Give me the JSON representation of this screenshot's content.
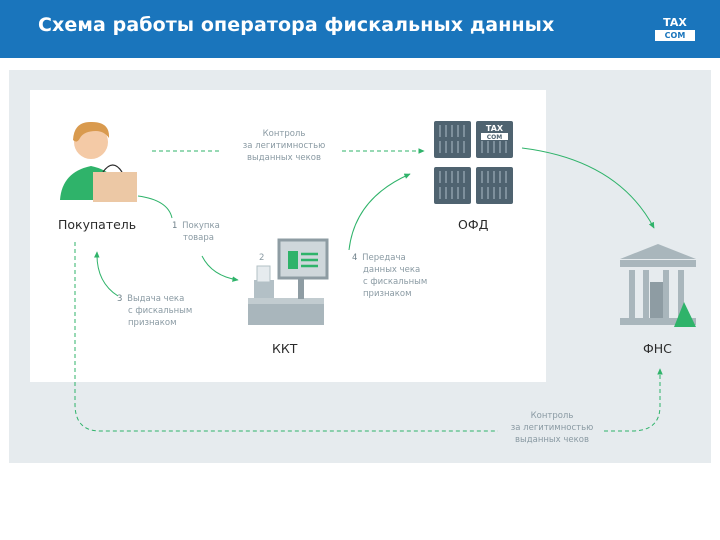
{
  "header": {
    "title": "Схема работы оператора фискальных данных",
    "logo": {
      "line1": "TAX",
      "line2": "COM"
    }
  },
  "nodes": {
    "buyer": "Покупатель",
    "ofd": "ОФД",
    "kkt": "ККТ",
    "fns": "ФНС"
  },
  "steps": {
    "s1": {
      "num": "1",
      "line1": "Покупка",
      "line2": "товара"
    },
    "s2": {
      "num": "2"
    },
    "s3": {
      "num": "3",
      "line1": "Выдача чека",
      "line2": "с фискальным",
      "line3": "признаком"
    },
    "s4": {
      "num": "4",
      "line1": "Передача",
      "line2": "данных чека",
      "line3": "с фискальным",
      "line4": "признаком"
    }
  },
  "control_top": {
    "line1": "Контроль",
    "line2": "за легитимностью",
    "line3": "выданных чеков"
  },
  "control_bottom": {
    "line1": "Контроль",
    "line2": "за легитимностью",
    "line3": "выданных чеков"
  },
  "server_logo": {
    "line1": "TAX",
    "line2": "COM"
  },
  "colors": {
    "header_bg": "#1a75bc",
    "accent_green": "#28b463",
    "server_dark": "#4f6370",
    "gray_icon": "#a9b6bc"
  }
}
